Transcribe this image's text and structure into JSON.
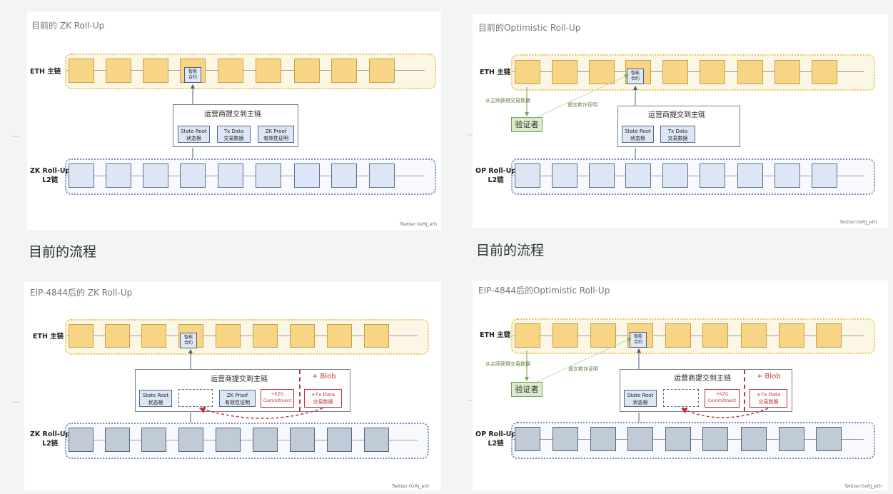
{
  "panels": {
    "zk_current": {
      "title": "目前的 ZK Roll-Up",
      "eth_label": "ETH 主链",
      "l2_label_1": "ZK Roll-Up",
      "l2_label_2": "L2链",
      "contract_1": "智能",
      "contract_2": "合约",
      "submit_title": "运营商提交到主链",
      "items": [
        {
          "l1": "State Root",
          "l2": "状态根"
        },
        {
          "l1": "Tx Data",
          "l2": "交易数据"
        },
        {
          "l1": "ZK Proof",
          "l2": "有效性证明"
        }
      ],
      "credit": "Twitter:0xRJ_eth"
    },
    "op_current": {
      "title": "目前的Optimistic Roll-Up",
      "eth_label": "ETH 主链",
      "l2_label_1": "OP Roll-Up",
      "l2_label_2": "L2链",
      "contract_1": "智能",
      "contract_2": "合约",
      "fetch_label": "从主网获得交易数据",
      "fraud_label": "提交欺诈证明",
      "verifier": "验证者",
      "submit_title": "运营商提交到主链",
      "items": [
        {
          "l1": "State Root",
          "l2": "状态根"
        },
        {
          "l1": "Tx Data",
          "l2": "交易数据"
        }
      ],
      "credit": "Twitter:0xRJ_eth"
    },
    "zk_4844": {
      "title": "EIP-4844后的 ZK Roll-Up",
      "eth_label": "ETH 主链",
      "l2_label_1": "ZK Roll-Up",
      "l2_label_2": "L2链",
      "contract_1": "智能",
      "contract_2": "合约",
      "submit_title": "运营商提交到主链",
      "blob": "+ Blob",
      "state": {
        "l1": "State Root",
        "l2": "状态根"
      },
      "proof": {
        "l1": "ZK Proof",
        "l2": "有效性证明"
      },
      "kzg": {
        "l1": "+KZG",
        "l2": "Commitment"
      },
      "txdata": {
        "l1": "+Tx Data",
        "l2": "交易数据"
      },
      "credit": "Twitter:0xRJ_eth"
    },
    "op_4844": {
      "title": "EIP-4844后的Optimistic Roll-Up",
      "eth_label": "ETH 主链",
      "l2_label_1": "OP Roll-Up",
      "l2_label_2": "L2链",
      "contract_1": "智能",
      "contract_2": "合约",
      "fetch_label": "从主网获得交易数据",
      "fraud_label": "提交欺诈证明",
      "verifier": "验证者",
      "submit_title": "运营商提交到主链",
      "blob": "+ Blob",
      "state": {
        "l1": "State Root",
        "l2": "状态根"
      },
      "kzg": {
        "l1": "+KZG",
        "l2": "Commitment"
      },
      "txdata": {
        "l1": "+Tx Data",
        "l2": "交易数据"
      },
      "credit": "Twitter:0xRJ_eth"
    }
  },
  "section_left": "目前的流程",
  "section_right": "目前的流程",
  "colors": {
    "eth_block": "#f8d585",
    "l2_block": "#dce6f5",
    "l2_block_4844": "#c1cbd8",
    "blob_red": "#c73131",
    "verifier_green": "#dbeccd"
  }
}
